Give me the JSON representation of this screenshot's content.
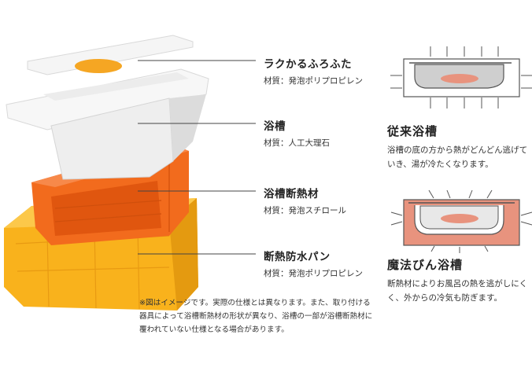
{
  "components": [
    {
      "name": "ラクかるふろふた",
      "material": "材質：発泡ポリプロピレン"
    },
    {
      "name": "浴槽",
      "material": "材質：人工大理石"
    },
    {
      "name": "浴槽断熱材",
      "material": "材質：発泡スチロール"
    },
    {
      "name": "断熱防水パン",
      "material": "材質：発泡ポリプロピレン"
    }
  ],
  "note": "※図はイメージです。実際の仕様とは異なります。また、取り付ける器具によって浴槽断熱材の形状が異なり、浴槽の一部が浴槽断熱材に覆われていない仕様となる場合があります。",
  "comparison": [
    {
      "title": "従来浴槽",
      "description": "浴槽の底の方から熱がどんどん逃げていき、湯が冷たくなります。"
    },
    {
      "title": "魔法びん浴槽",
      "description": "断熱材によりお風呂の熱を逃がしにくく、外からの冷気も防ぎます。"
    }
  ],
  "colors": {
    "insulation_orange": "#f26b1d",
    "pan_yellow": "#f9b21c",
    "heat_pink": "#e8937e",
    "lid_accent": "#f5a623"
  }
}
